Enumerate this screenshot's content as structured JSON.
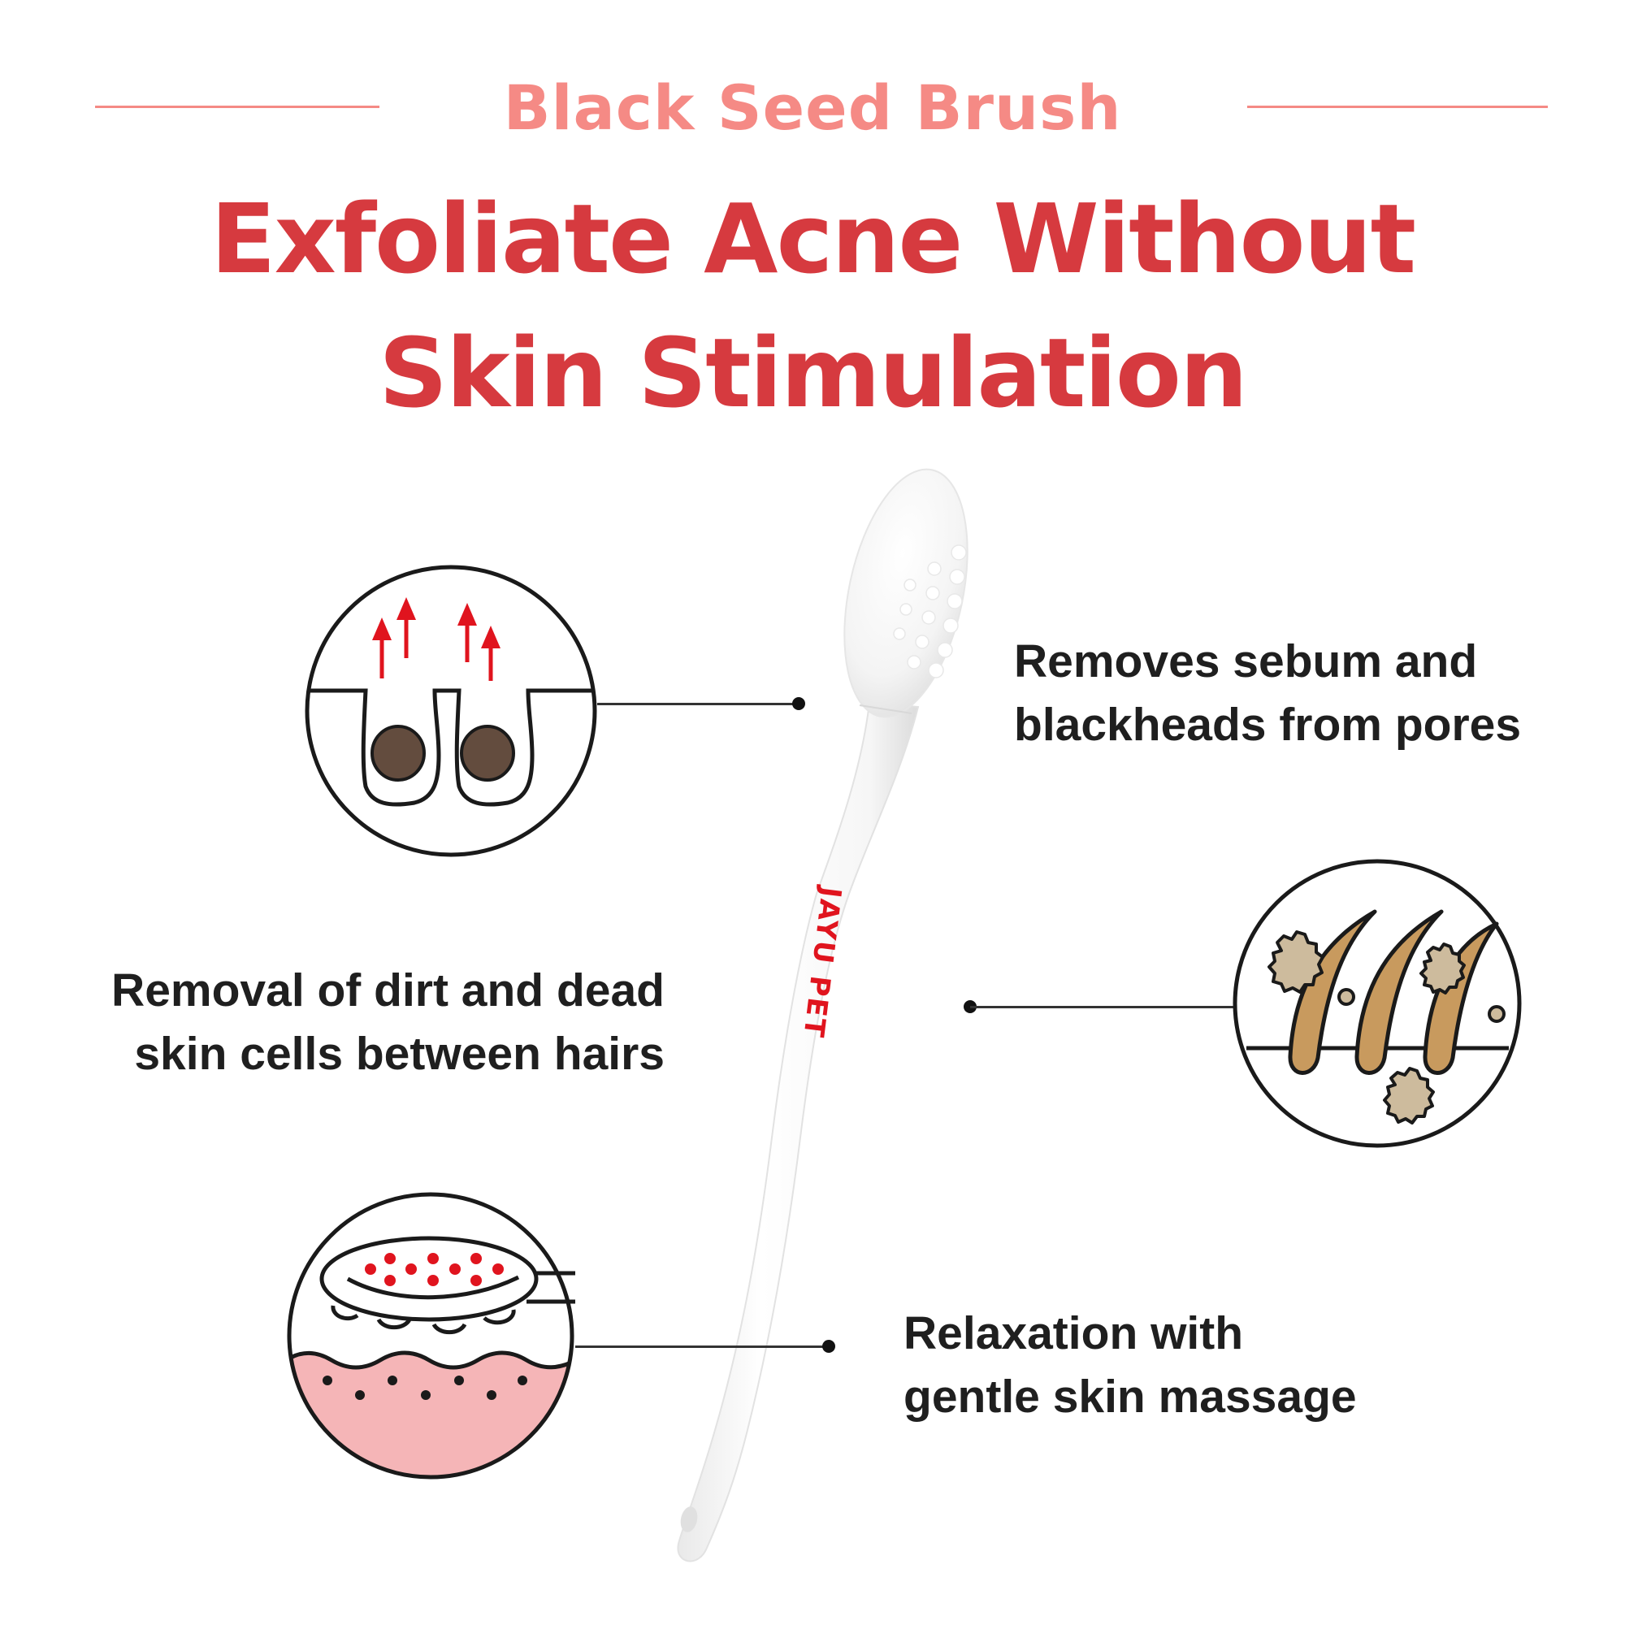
{
  "colors": {
    "accent_light": "#f58a85",
    "accent_dark": "#d63a3f",
    "text": "#1f1f1f",
    "brand_red": "#e0141e",
    "blackhead_brown": "#634c3e",
    "hair_tan": "#c89a5e",
    "dirt_beige": "#cdbb9d",
    "skin_pink": "#f5b5b7"
  },
  "header": {
    "subtitle": "Black Seed Brush",
    "title_line1": "Exfoliate Acne Without",
    "title_line2": "Skin Stimulation"
  },
  "product": {
    "brand_label": "JAYU PET"
  },
  "features": [
    {
      "icon": "pore-cleansing-icon",
      "line1": "Removes sebum and",
      "line2": "blackheads from pores"
    },
    {
      "icon": "hair-dirt-icon",
      "line1": "Removal of dirt and dead",
      "line2": "skin cells between hairs"
    },
    {
      "icon": "skin-massage-icon",
      "line1": "Relaxation with",
      "line2": "gentle skin massage"
    }
  ]
}
